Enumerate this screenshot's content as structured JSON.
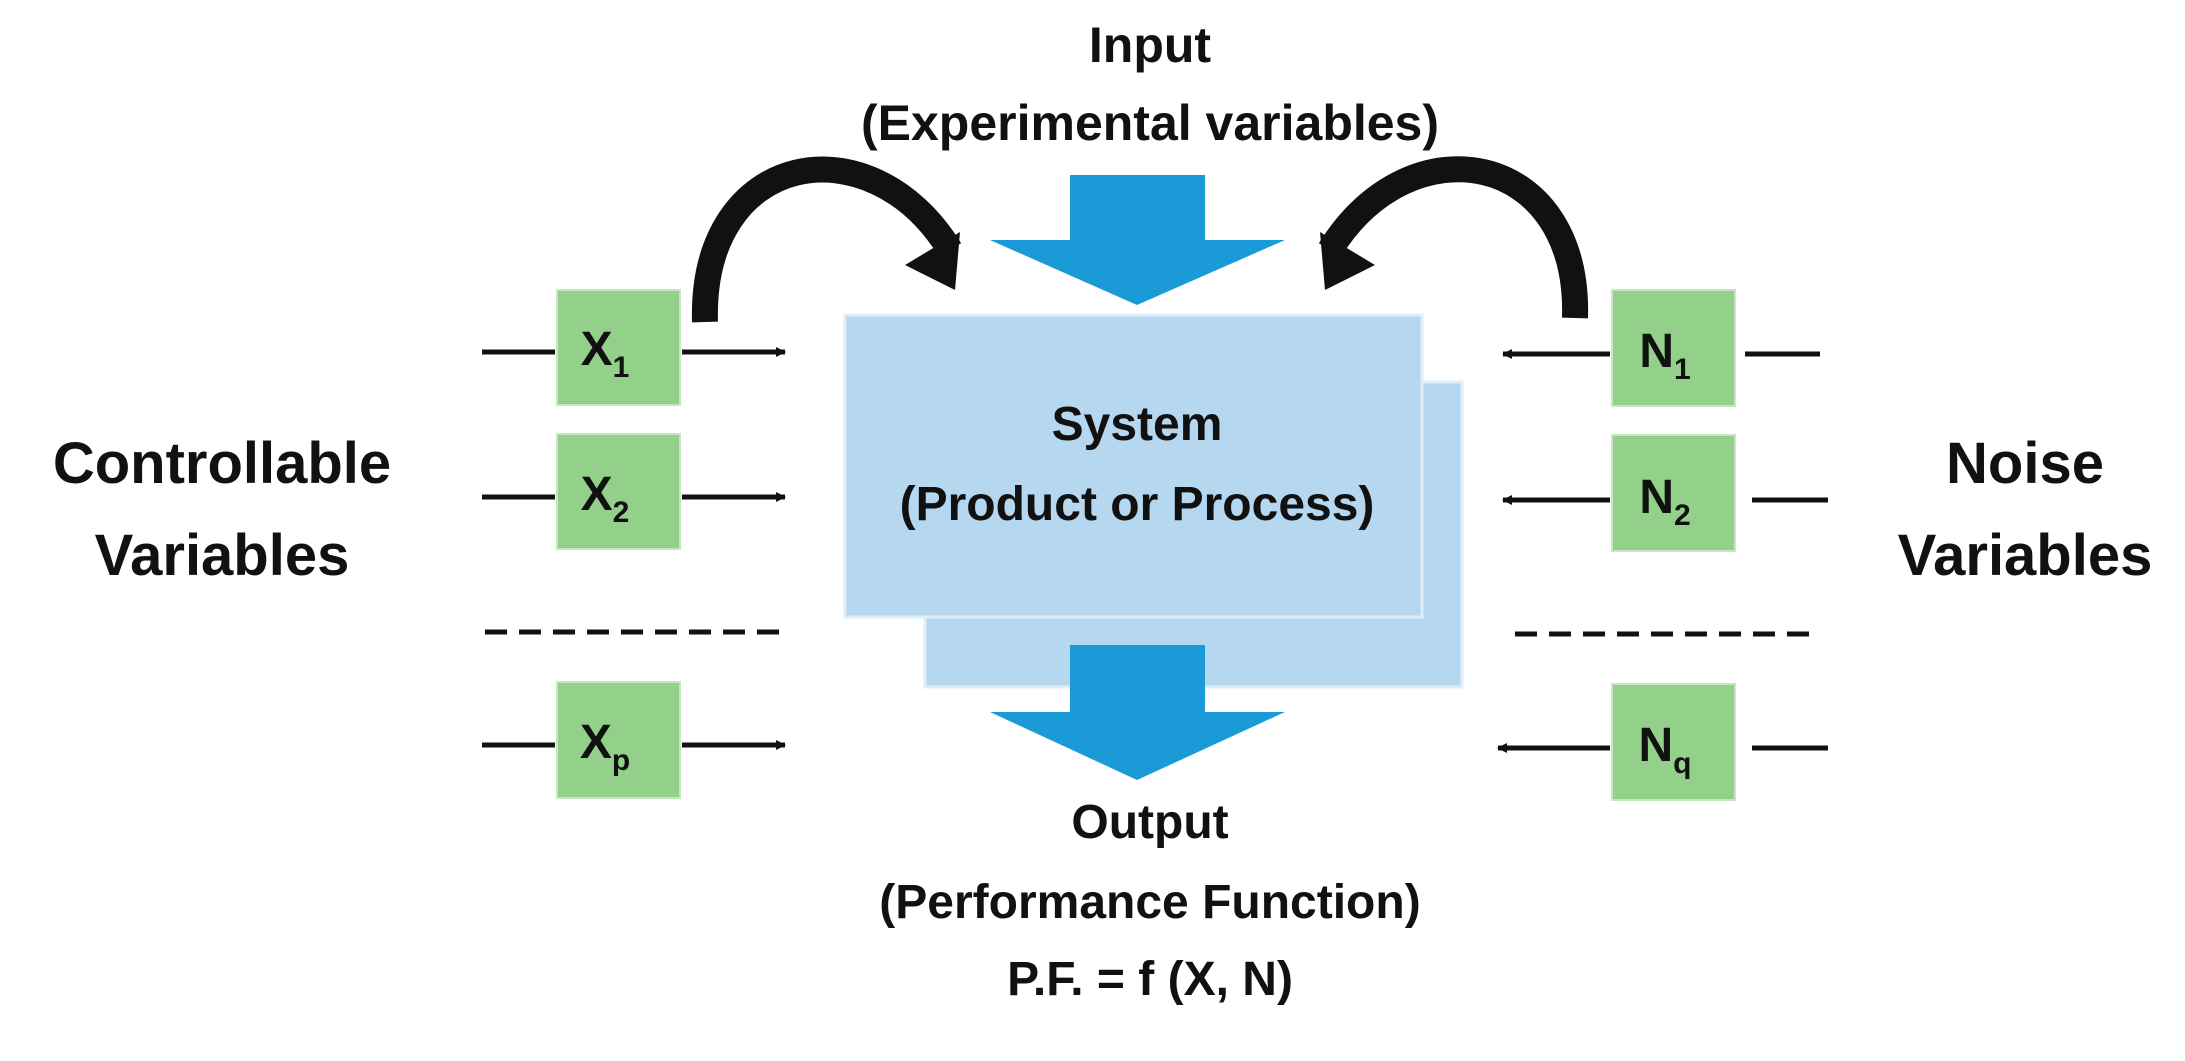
{
  "input": {
    "line1": "Input",
    "line2": "(Experimental variables)"
  },
  "system": {
    "line1": "System",
    "line2": "(Product or Process)"
  },
  "output": {
    "line1": "Output",
    "line2": "(Performance Function)",
    "line3": "P.F. = f (X, N)"
  },
  "controllable": {
    "line1": "Controllable",
    "line2": "Variables",
    "boxes": [
      {
        "base": "X",
        "sub": "1"
      },
      {
        "base": "X",
        "sub": "2"
      },
      {
        "base": "X",
        "sub": "p"
      }
    ]
  },
  "noise": {
    "line1": "Noise",
    "line2": "Variables",
    "boxes": [
      {
        "base": "N",
        "sub": "1"
      },
      {
        "base": "N",
        "sub": "2"
      },
      {
        "base": "N",
        "sub": "q"
      }
    ]
  },
  "colors": {
    "var_box": "#93d08a",
    "system_box": "#b5d7ef",
    "block_arrow": "#1a9ad6",
    "ink": "#111111"
  }
}
